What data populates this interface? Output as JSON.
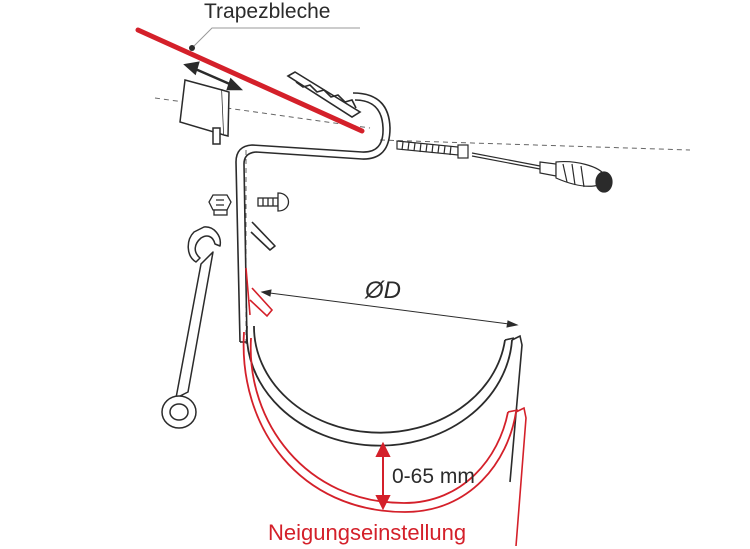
{
  "labels": {
    "roof_sheet": "Trapezbleche",
    "diameter": "ØD",
    "tilt_range": "0-65 mm",
    "tilt_adjustment": "Neigungseinstellung"
  },
  "colors": {
    "line": "#2b2b2b",
    "highlight": "#d4202a",
    "dash": "#666666",
    "fill_light": "#f4f4f4"
  },
  "icons": [
    "screwdriver-icon",
    "wrench-icon",
    "bolt-icon",
    "nut-icon",
    "screw-icon"
  ]
}
